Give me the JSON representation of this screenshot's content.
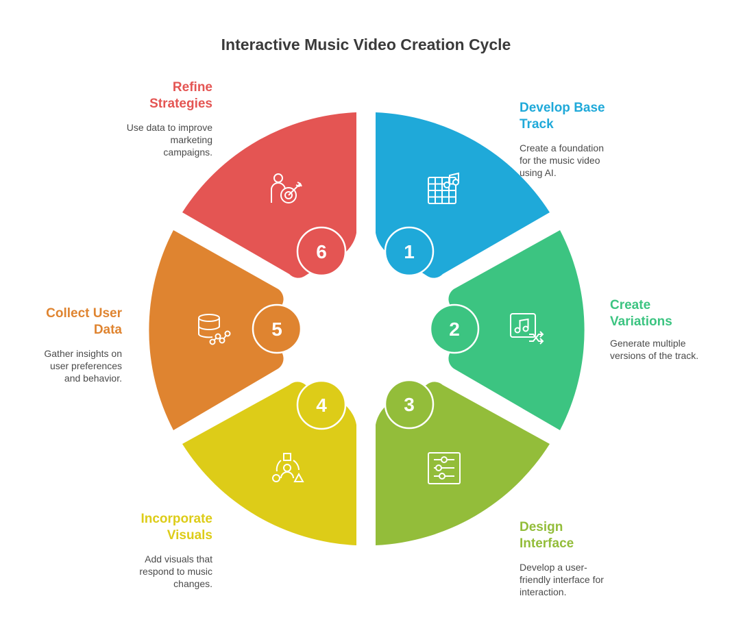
{
  "title": "Interactive Music Video Creation Cycle",
  "colors": {
    "step1": "#1fa9d9",
    "step2": "#3cc481",
    "step3": "#93bd3a",
    "step4": "#ddcc18",
    "step5": "#df8430",
    "step6": "#e45553",
    "text": "#3a3a3a"
  },
  "steps": [
    {
      "number": "1",
      "title_line1": "Develop Base",
      "title_line2": "Track",
      "desc_line1": "Create a foundation",
      "desc_line2": "for the music video",
      "desc_line3": "using AI.",
      "icon": "music-grid-icon"
    },
    {
      "number": "2",
      "title_line1": "Create",
      "title_line2": "Variations",
      "desc_line1": "Generate multiple",
      "desc_line2": "versions of the track.",
      "desc_line3": "",
      "icon": "music-shuffle-icon"
    },
    {
      "number": "3",
      "title_line1": "Design",
      "title_line2": "Interface",
      "desc_line1": "Develop a user-",
      "desc_line2": "friendly interface for",
      "desc_line3": "interaction.",
      "icon": "sliders-icon"
    },
    {
      "number": "4",
      "title_line1": "Incorporate",
      "title_line2": "Visuals",
      "desc_line1": "Add visuals that",
      "desc_line2": "respond to music",
      "desc_line3": "changes.",
      "icon": "shapes-user-icon"
    },
    {
      "number": "5",
      "title_line1": "Collect User",
      "title_line2": "Data",
      "desc_line1": "Gather insights on",
      "desc_line2": "user preferences",
      "desc_line3": "and behavior.",
      "icon": "database-chart-icon"
    },
    {
      "number": "6",
      "title_line1": "Refine",
      "title_line2": "Strategies",
      "desc_line1": "Use data to improve",
      "desc_line2": "marketing",
      "desc_line3": "campaigns.",
      "icon": "user-target-icon"
    }
  ]
}
